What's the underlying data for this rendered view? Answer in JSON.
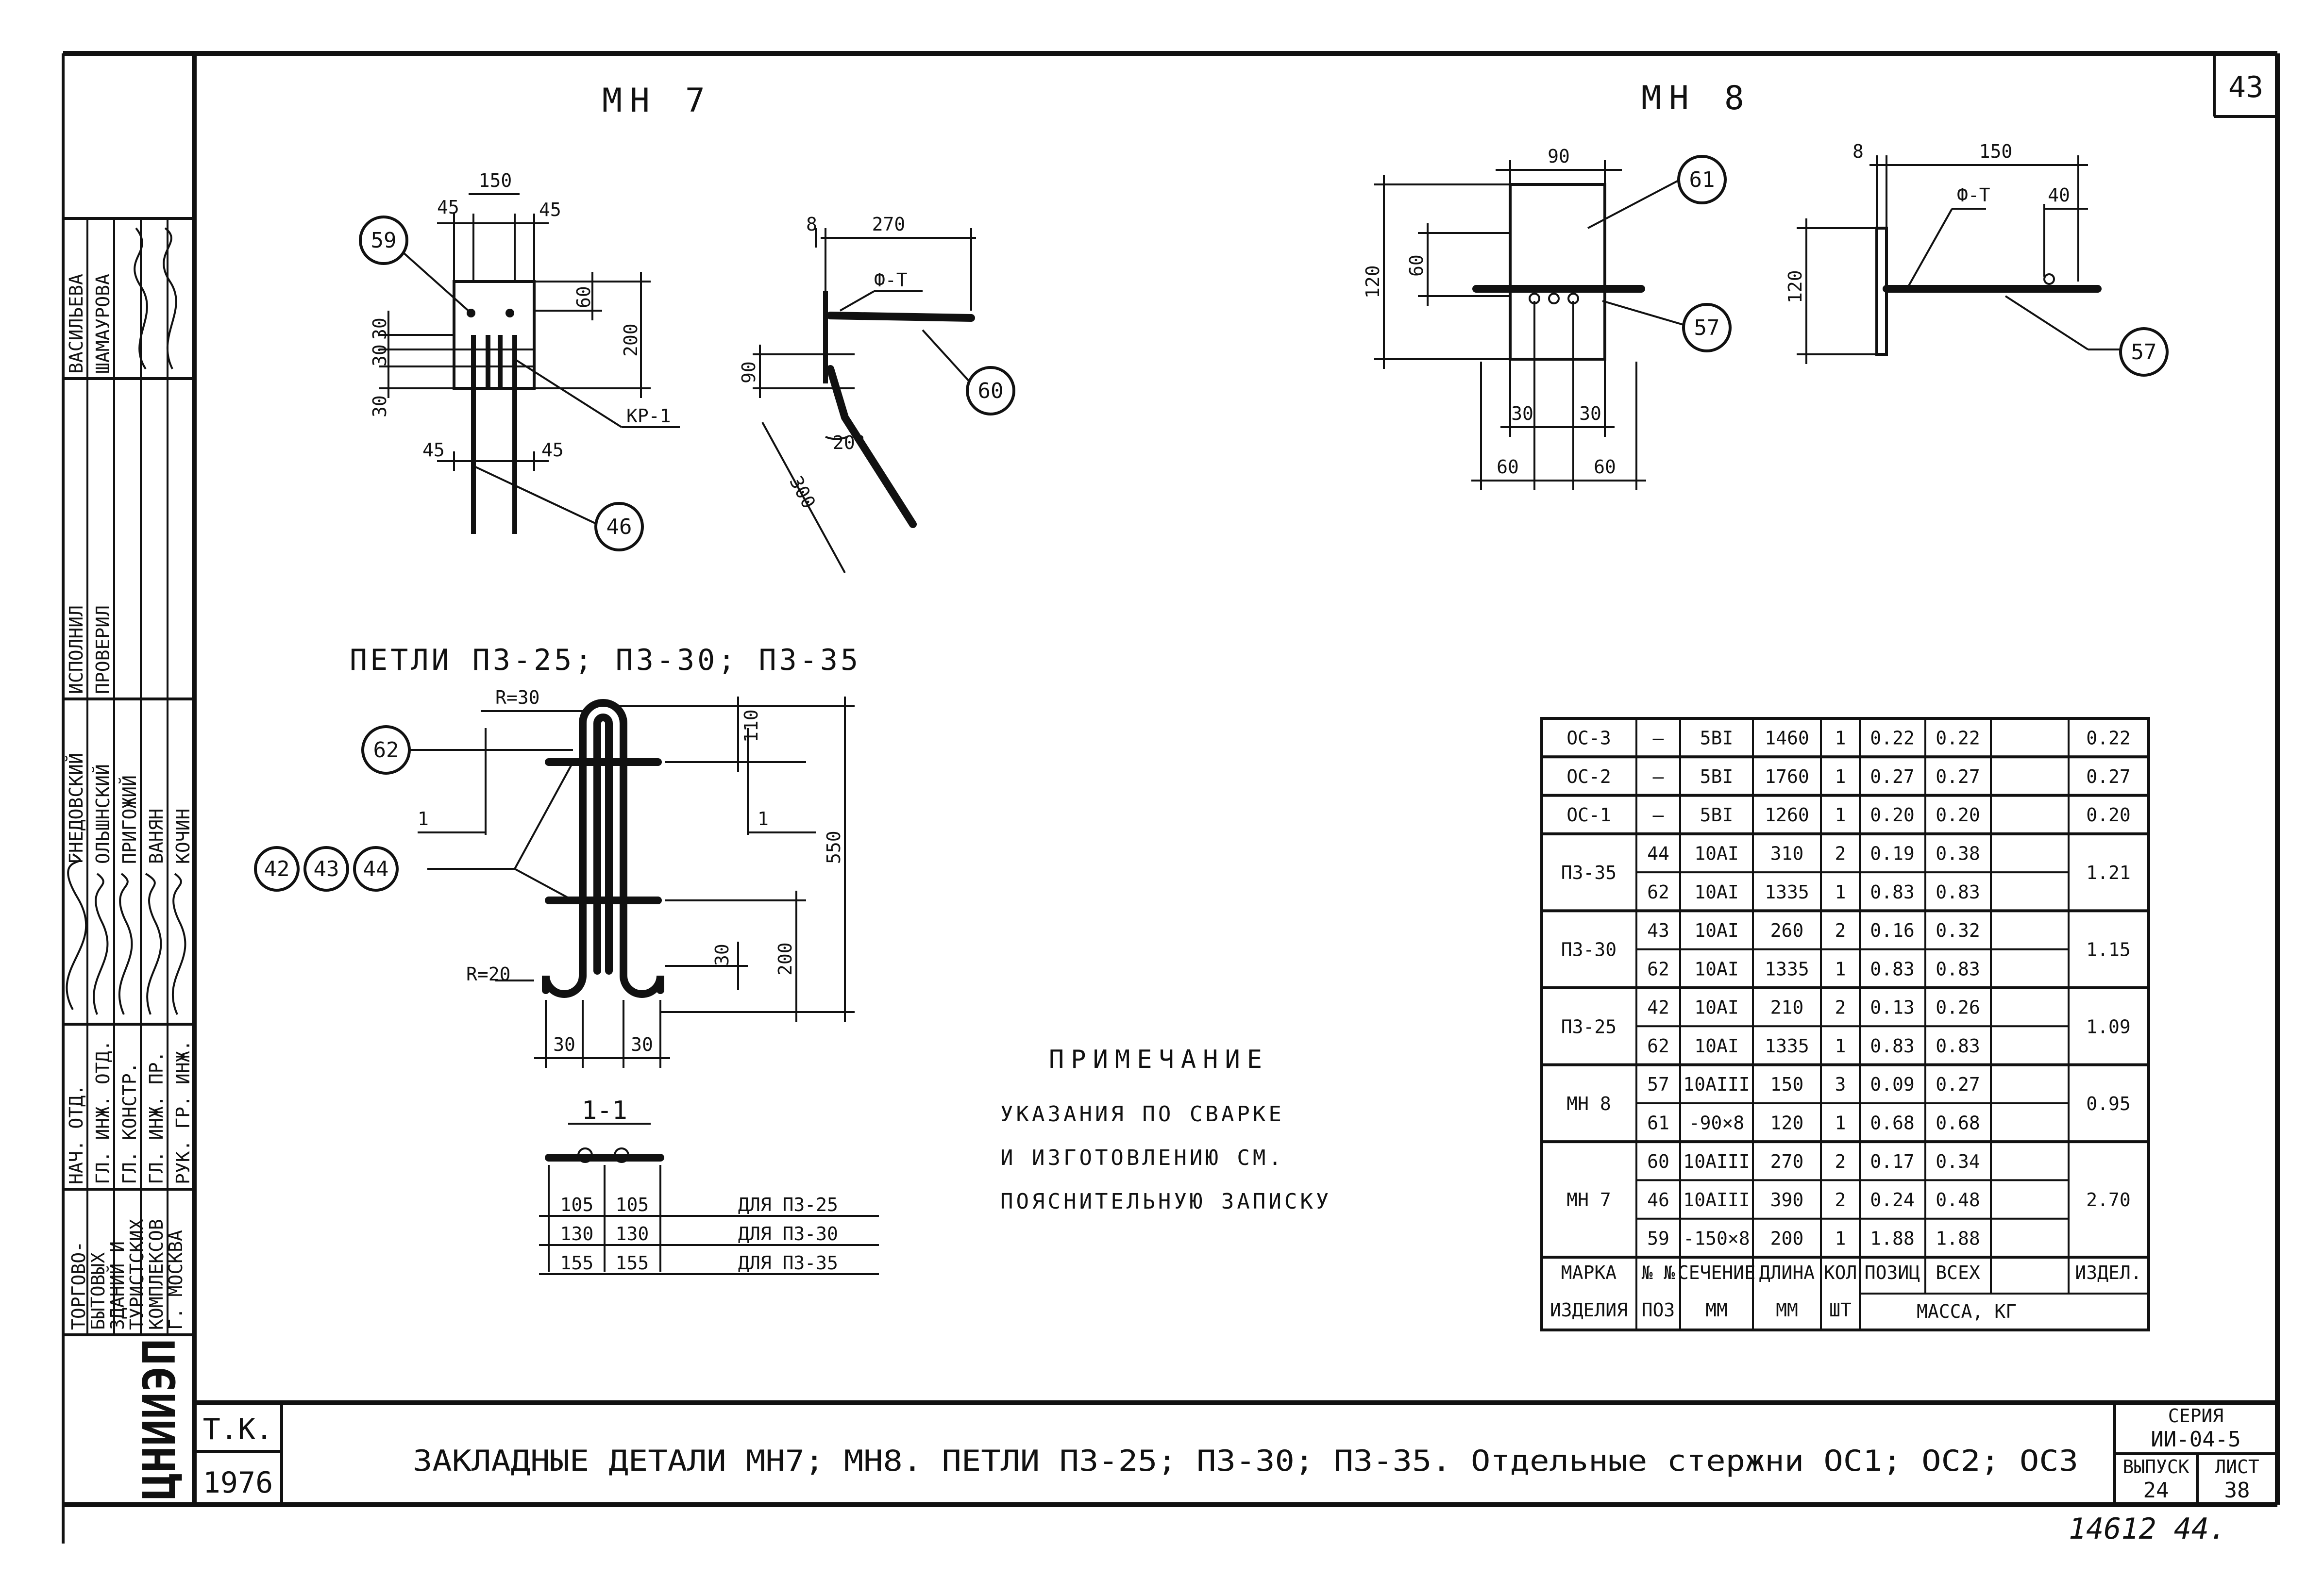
{
  "sheet": {
    "page_number": "43",
    "footer_hand": "14612  44."
  },
  "stamp": {
    "roles": [
      "НАЧ. ОТД.",
      "ГЛ. ИНЖ. ОТД.",
      "ГЛ. КОНСТР.",
      "ГЛ. ИНЖ. ПР.",
      "РУК. ГР. ИНЖ."
    ],
    "names_lower": [
      "ГНЕДОВСКИЙ",
      "ОЛЬШНСКИЙ",
      "ПРИГОЖИЙ",
      "ВАНЯН",
      "КОЧИН"
    ],
    "roles_upper": [
      "ИСПОЛНИЛ",
      "ПРОВЕРИЛ"
    ],
    "names_upper": [
      "ВАСИЛЬЕВА",
      "ШАМАУРОВА"
    ],
    "org": [
      "ТОРГОВО-",
      "БЫТОВЫХ",
      "ЗДАНИЙ И",
      "ТУРИСТСКИХ",
      "КОМПЛЕКСОВ",
      "Г. МОСКВА"
    ],
    "logo": "ЦНИИЭП"
  },
  "titleblock": {
    "tk": "Т.К.",
    "year": "1976",
    "title": "ЗАКЛАДНЫЕ ДЕТАЛИ МН7; МН8. ПЕТЛИ П3-25; П3-30; П3-35. Отдельные стержни ОС1; ОС2; ОС3",
    "series_label": "СЕРИЯ",
    "series_value": "ИИ-04-5",
    "issue_label": "ВЫПУСК",
    "issue_value": "24",
    "sheet_label": "ЛИСТ",
    "sheet_value": "38"
  },
  "mn7": {
    "title": "МН 7",
    "dims": {
      "d150": "150",
      "d45a": "45",
      "d45b": "45",
      "d45c": "45",
      "d45d": "45",
      "d30a": "30",
      "d30b": "30",
      "d30c": "30",
      "d60": "60",
      "d200": "200",
      "d270": "270",
      "d8": "8",
      "d90": "90",
      "d300": "300",
      "d20": "20°"
    },
    "callouts": {
      "c59": "59",
      "c46": "46",
      "c60": "60"
    },
    "labels": {
      "kr": "КР-1",
      "ft": "Ф-Т"
    }
  },
  "mn8": {
    "title": "МН 8",
    "dims": {
      "d90": "90",
      "d120a": "120",
      "d60a": "60",
      "d30a": "30",
      "d30b": "30",
      "d60b": "60",
      "d60c": "60",
      "d8": "8",
      "d150": "150",
      "d40": "40",
      "d120b": "120"
    },
    "callouts": {
      "c61": "61",
      "c57a": "57",
      "c57b": "57"
    },
    "labels": {
      "ft": "Ф-Т"
    }
  },
  "loops": {
    "title": "ПЕТЛИ П3-25; П3-30; П3-35",
    "dims": {
      "r30": "R=30",
      "r20": "R=20",
      "d110": "110",
      "d550": "550",
      "d30": "30",
      "d200": "200",
      "d30a": "30",
      "d30b": "30"
    },
    "callouts": {
      "c62": "62",
      "c42": "42",
      "c43": "43",
      "c44": "44"
    },
    "cut_mark": "1",
    "section_title": "1-1",
    "section_rows": [
      {
        "a": "105",
        "b": "105",
        "for": "ДЛЯ  П3-25"
      },
      {
        "a": "130",
        "b": "130",
        "for": "ДЛЯ  П3-30"
      },
      {
        "a": "155",
        "b": "155",
        "for": "ДЛЯ  П3-35"
      }
    ]
  },
  "note": {
    "title": "ПРИМЕЧАНИЕ",
    "lines": [
      "УКАЗАНИЯ  ПО  СВАРКЕ",
      "И  ИЗГОТОВЛЕНИЮ  СМ.",
      "ПОЯСНИТЕЛЬНУЮ  ЗАПИСКУ"
    ]
  },
  "table": {
    "rows": [
      {
        "mark": "ОС-3",
        "pos": "—",
        "sec": "5ВI",
        "len": "1460",
        "qty": "1",
        "m_pos": "0.22",
        "m_all": "0.22",
        "m_item": "0.22"
      },
      {
        "mark": "ОС-2",
        "pos": "—",
        "sec": "5ВI",
        "len": "1760",
        "qty": "1",
        "m_pos": "0.27",
        "m_all": "0.27",
        "m_item": "0.27"
      },
      {
        "mark": "ОС-1",
        "pos": "—",
        "sec": "5ВI",
        "len": "1260",
        "qty": "1",
        "m_pos": "0.20",
        "m_all": "0.20",
        "m_item": "0.20"
      },
      {
        "mark": "П3-35",
        "pos": "44",
        "sec": "10АI",
        "len": "310",
        "qty": "2",
        "m_pos": "0.19",
        "m_all": "0.38",
        "m_item": "1.21"
      },
      {
        "mark": "",
        "pos": "62",
        "sec": "10АI",
        "len": "1335",
        "qty": "1",
        "m_pos": "0.83",
        "m_all": "0.83",
        "m_item": ""
      },
      {
        "mark": "П3-30",
        "pos": "43",
        "sec": "10АI",
        "len": "260",
        "qty": "2",
        "m_pos": "0.16",
        "m_all": "0.32",
        "m_item": "1.15"
      },
      {
        "mark": "",
        "pos": "62",
        "sec": "10АI",
        "len": "1335",
        "qty": "1",
        "m_pos": "0.83",
        "m_all": "0.83",
        "m_item": ""
      },
      {
        "mark": "П3-25",
        "pos": "42",
        "sec": "10АI",
        "len": "210",
        "qty": "2",
        "m_pos": "0.13",
        "m_all": "0.26",
        "m_item": "1.09"
      },
      {
        "mark": "",
        "pos": "62",
        "sec": "10АI",
        "len": "1335",
        "qty": "1",
        "m_pos": "0.83",
        "m_all": "0.83",
        "m_item": ""
      },
      {
        "mark": "МН 8",
        "pos": "57",
        "sec": "10АIII",
        "len": "150",
        "qty": "3",
        "m_pos": "0.09",
        "m_all": "0.27",
        "m_item": "0.95"
      },
      {
        "mark": "",
        "pos": "61",
        "sec": "-90×8",
        "len": "120",
        "qty": "1",
        "m_pos": "0.68",
        "m_all": "0.68",
        "m_item": ""
      },
      {
        "mark": "МН 7",
        "pos": "60",
        "sec": "10АIII",
        "len": "270",
        "qty": "2",
        "m_pos": "0.17",
        "m_all": "0.34",
        "m_item": "2.70"
      },
      {
        "mark": "",
        "pos": "46",
        "sec": "10АIII",
        "len": "390",
        "qty": "2",
        "m_pos": "0.24",
        "m_all": "0.48",
        "m_item": ""
      },
      {
        "mark": "",
        "pos": "59",
        "sec": "-150×8",
        "len": "200",
        "qty": "1",
        "m_pos": "1.88",
        "m_all": "1.88",
        "m_item": ""
      }
    ],
    "header": {
      "mark1": "МАРКА",
      "mark2": "ИЗДЕЛИЯ",
      "pos1": "№ №",
      "pos2": "ПОЗ",
      "sec1": "СЕЧЕНИЕ",
      "sec2": "ММ",
      "len1": "ДЛИНА",
      "len2": "ММ",
      "qty1": "КОЛ",
      "qty2": "ШТ",
      "m_pos": "ПОЗИЦ",
      "m_all": "ВСЕХ",
      "m_item": "ИЗДЕЛ.",
      "mass": "МАССА, КГ"
    }
  }
}
